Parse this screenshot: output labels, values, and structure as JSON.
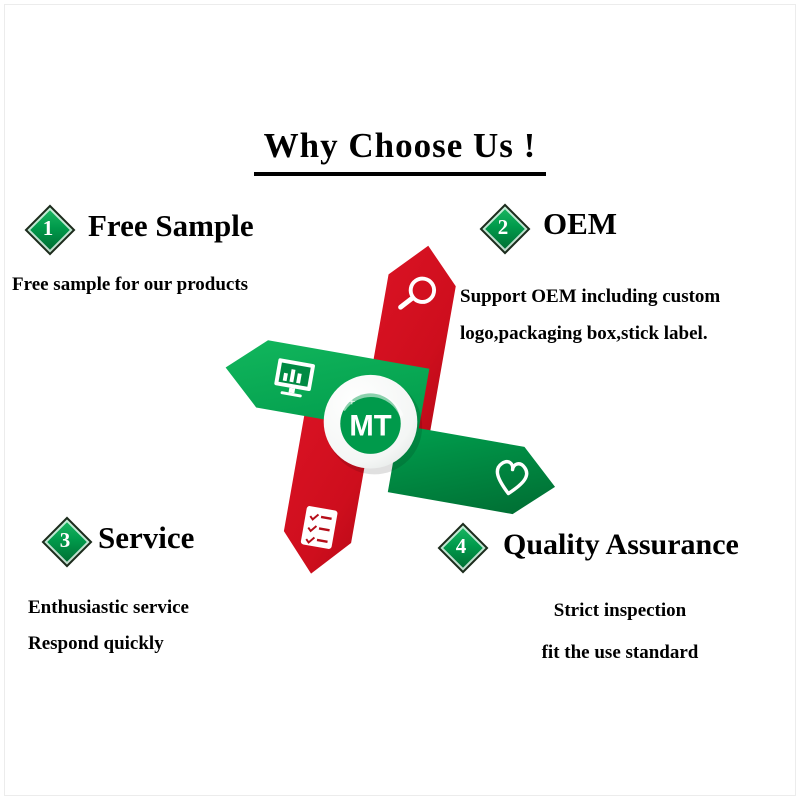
{
  "title": "Why Choose Us !",
  "center_logo": {
    "text": "MT"
  },
  "features": [
    {
      "number": "1",
      "title": "Free Sample",
      "lines": [
        "Free sample for our products"
      ]
    },
    {
      "number": "2",
      "title": "OEM",
      "lines": [
        "Support OEM including custom",
        "logo,packaging box,stick label."
      ]
    },
    {
      "number": "3",
      "title": "Service",
      "lines": [
        "Enthusiastic service",
        "Respond quickly"
      ]
    },
    {
      "number": "4",
      "title": "Quality Assurance",
      "lines": [
        "Strict inspection",
        "fit the use standard"
      ]
    }
  ],
  "icons": [
    "magnifier-icon",
    "monitor-chart-icon",
    "checklist-icon",
    "heart-icon"
  ],
  "colors": {
    "green": "#009A4B",
    "green_dark": "#006A31",
    "red": "#CE0E1D",
    "text": "#000000",
    "background": "#FFFFFF"
  }
}
